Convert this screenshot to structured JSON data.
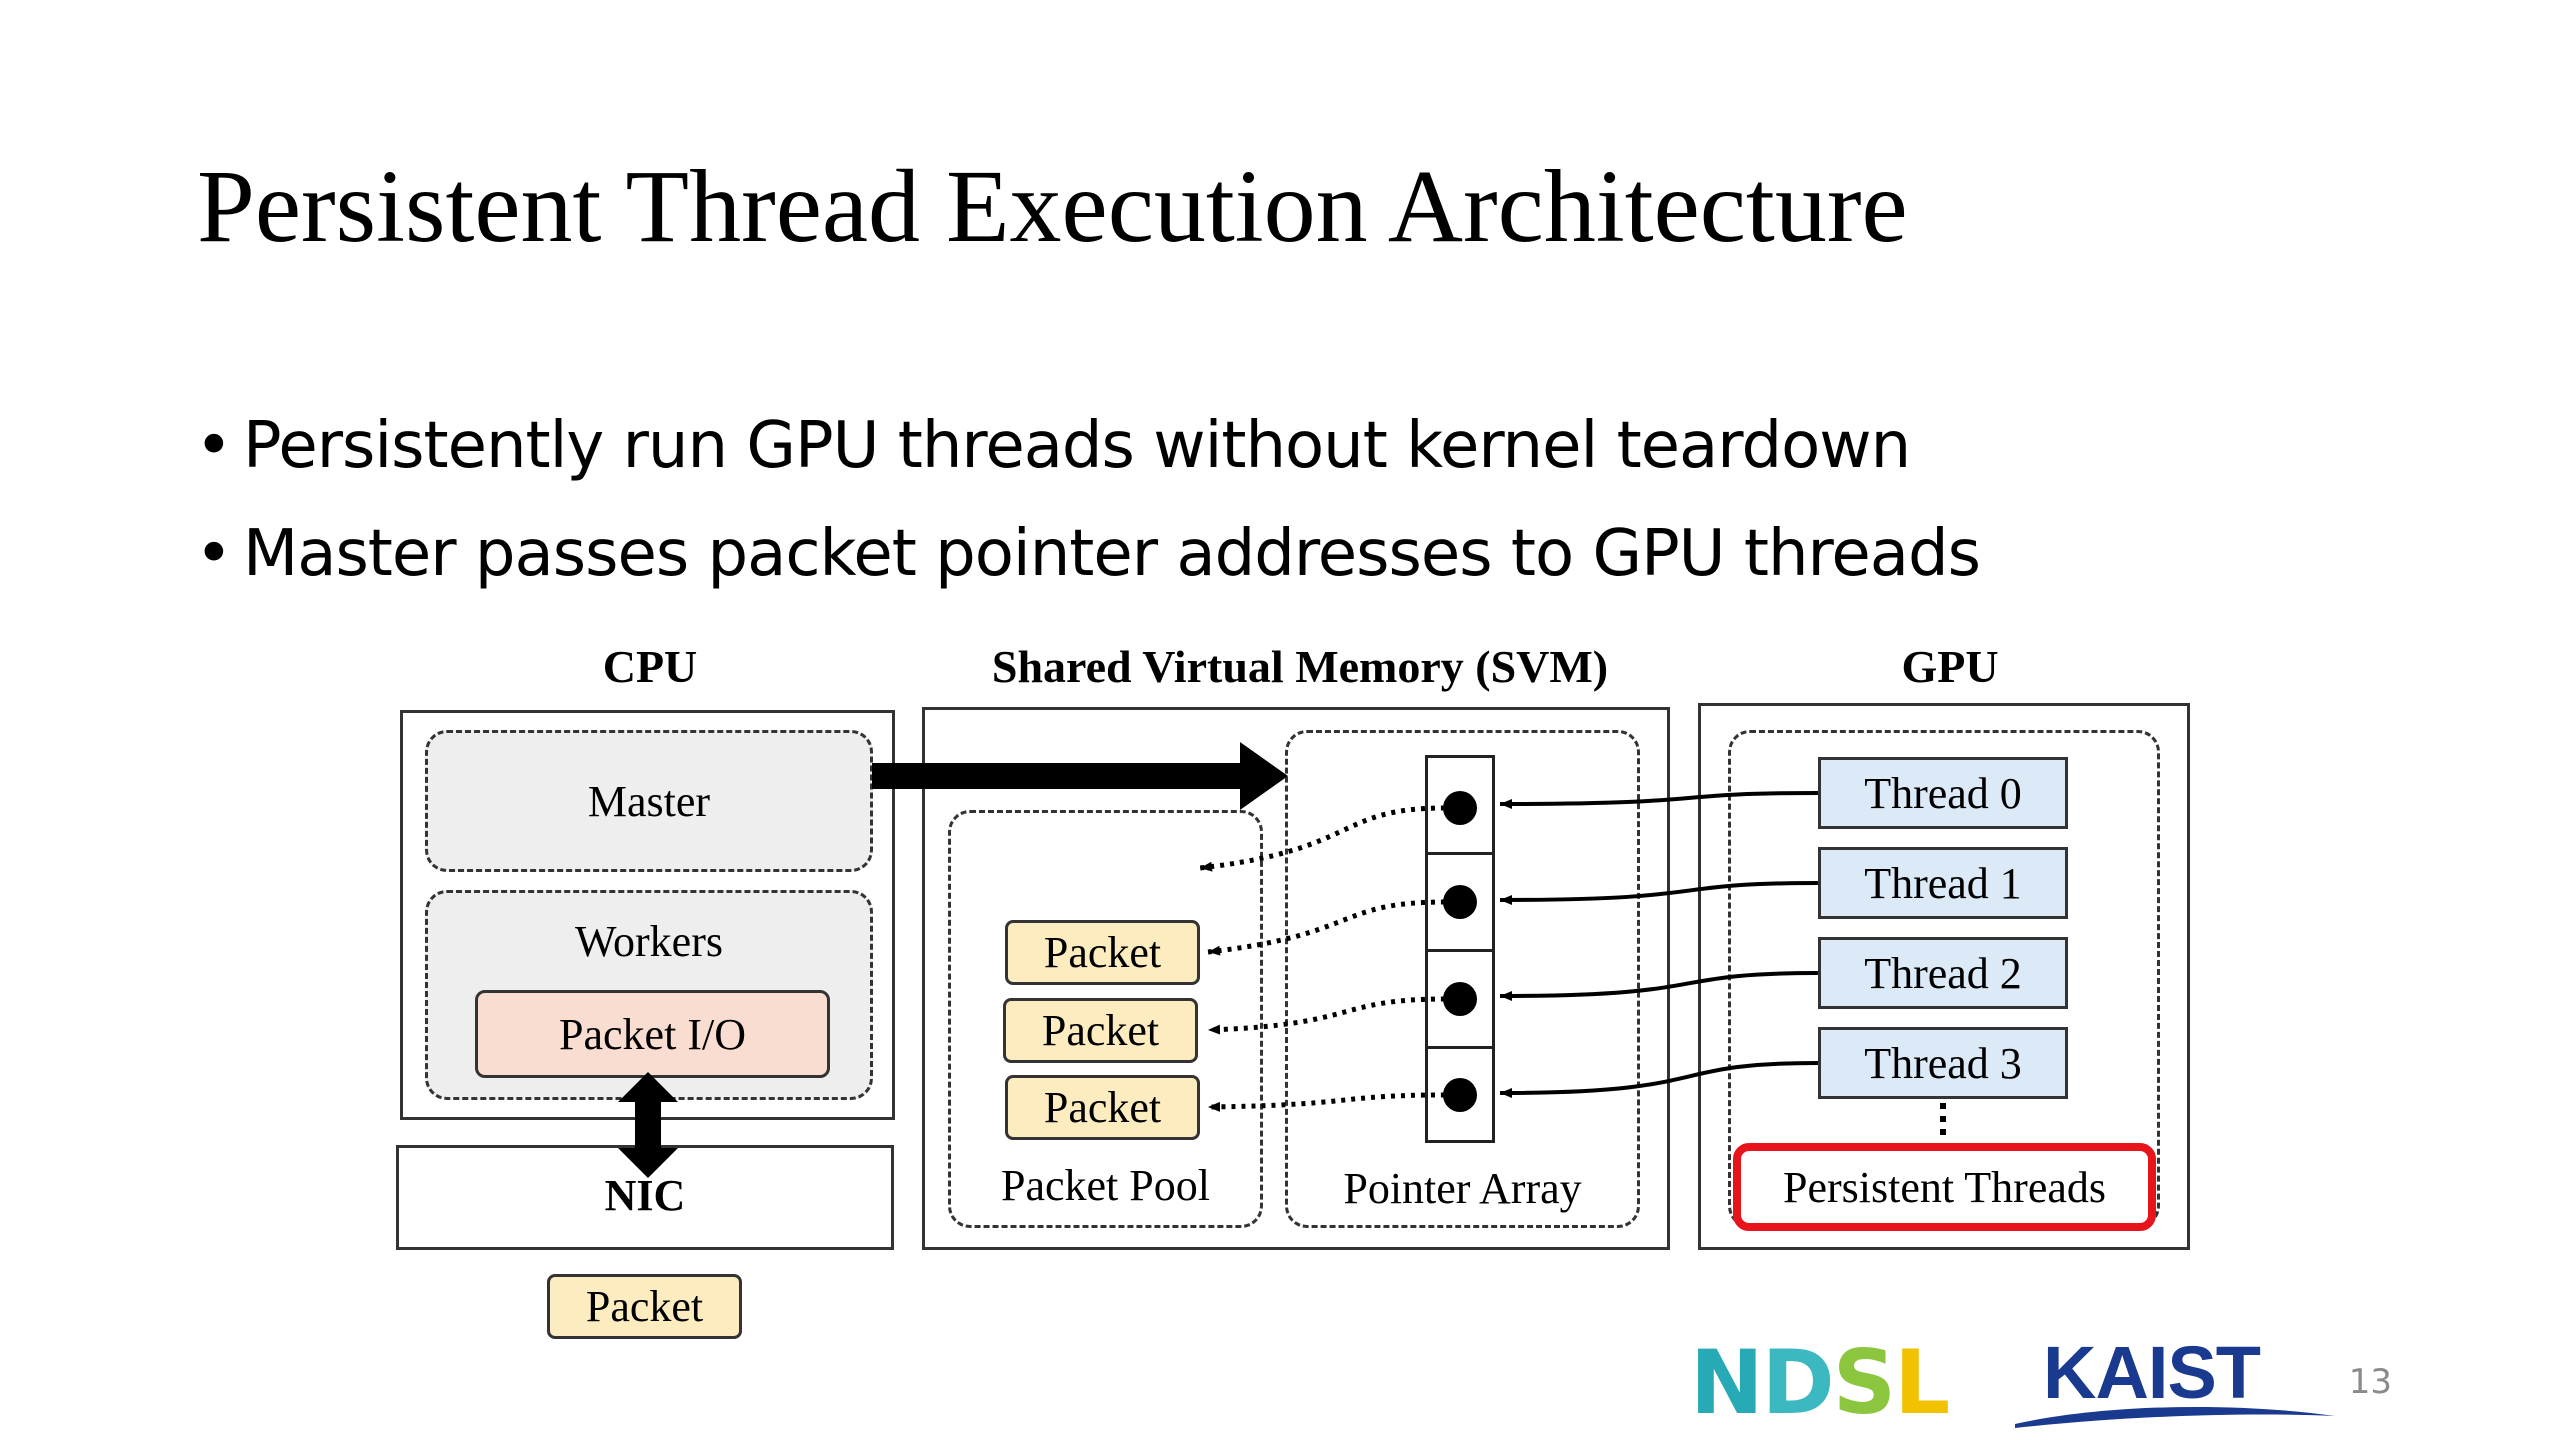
{
  "slide": {
    "title": "Persistent Thread Execution Architecture",
    "bullets": [
      "Persistently run GPU threads without kernel teardown",
      "Master passes packet pointer addresses to GPU threads"
    ],
    "page_number": "13"
  },
  "diagram": {
    "cpu": {
      "label": "CPU",
      "master": "Master",
      "workers": "Workers",
      "packet_io": "Packet I/O",
      "nic": "NIC",
      "incoming_packet": "Packet"
    },
    "svm": {
      "label": "Shared Virtual Memory (SVM)",
      "packets": [
        "Packet",
        "Packet",
        "Packet"
      ],
      "packet_pool": "Packet Pool",
      "pointer_array": "Pointer Array"
    },
    "gpu": {
      "label": "GPU",
      "threads": [
        "Thread 0",
        "Thread 1",
        "Thread 2",
        "Thread 3"
      ],
      "persistent_threads": "Persistent Threads",
      "highlight_color": "#e8141c"
    }
  },
  "logos": {
    "ndsl": "NDSL",
    "kaist": "KAIST"
  },
  "colors": {
    "packet_fill": "#fcecc0",
    "thread_fill": "#dce9f7",
    "packet_io_fill": "#f9ddd0",
    "dashed_group_fill": "#eeeeee",
    "kaist_blue": "#1a3a8f"
  }
}
